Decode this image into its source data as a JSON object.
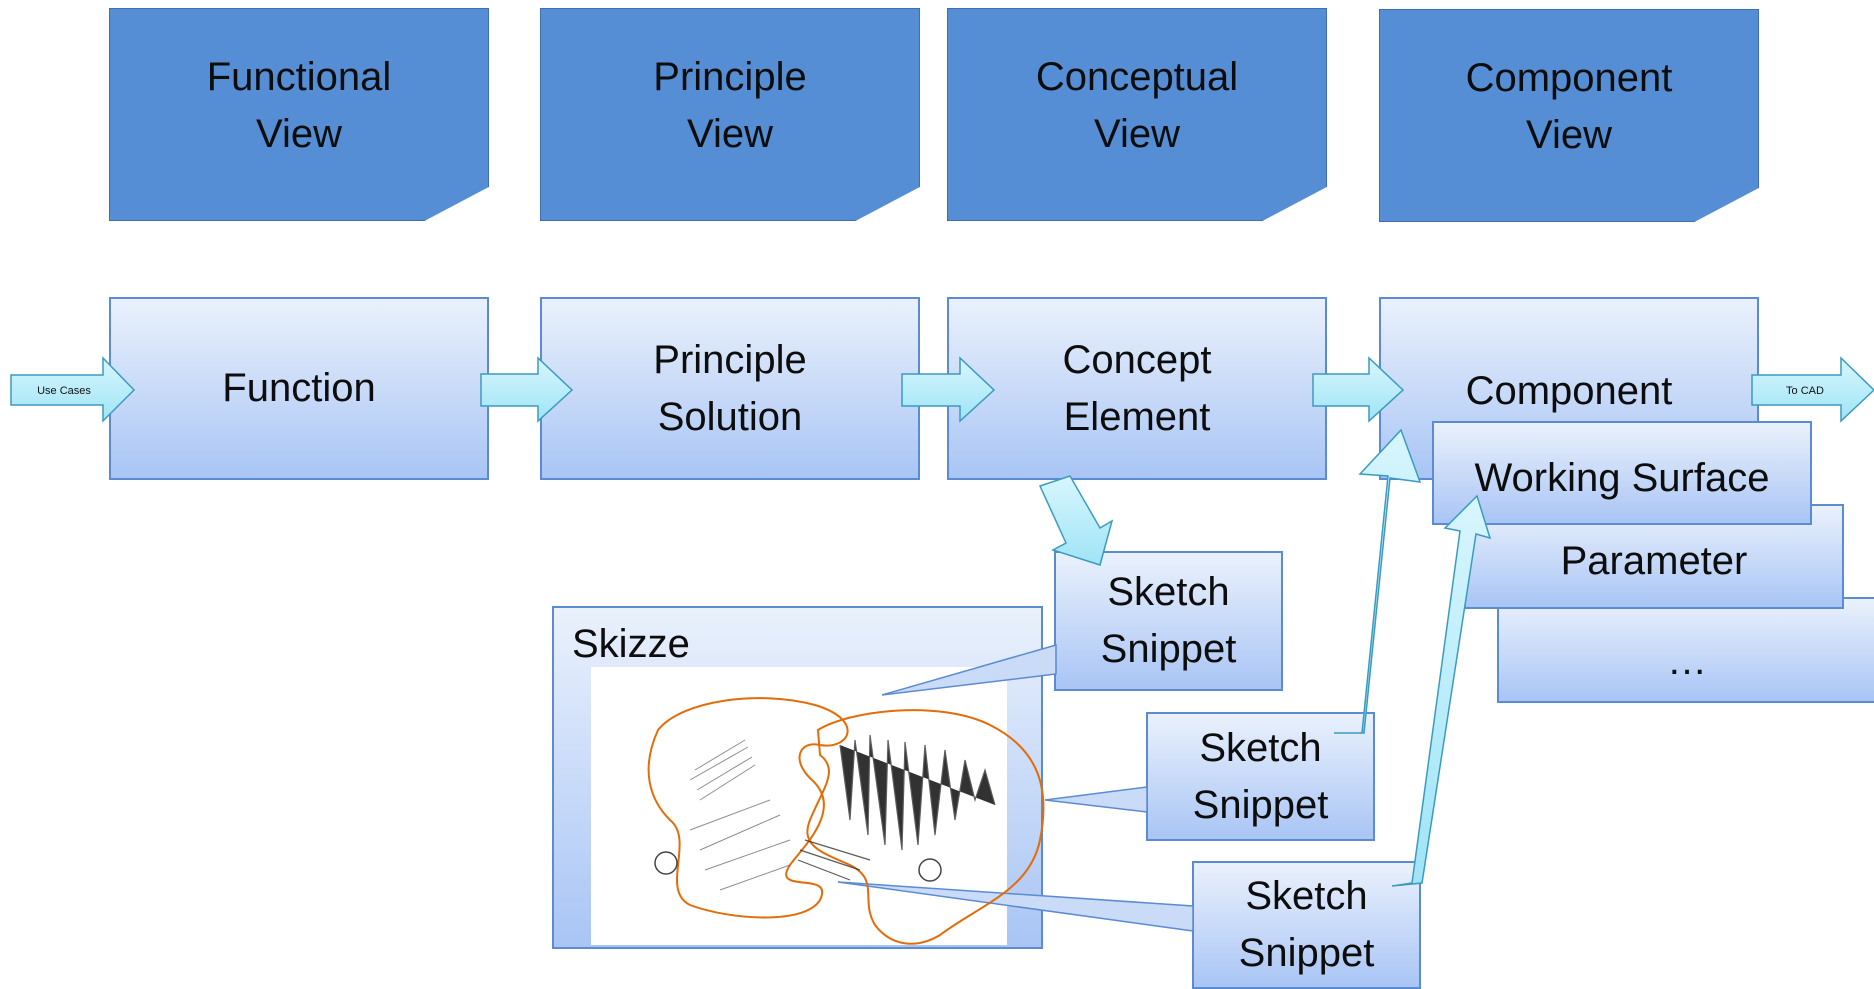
{
  "views": [
    {
      "line1": "Functional",
      "line2": "View"
    },
    {
      "line1": "Principle",
      "line2": "View"
    },
    {
      "line1": "Conceptual",
      "line2": "View"
    },
    {
      "line1": "Component",
      "line2": "View"
    }
  ],
  "boxes": [
    {
      "line1": "Function",
      "line2": ""
    },
    {
      "line1": "Principle",
      "line2": "Solution"
    },
    {
      "line1": "Concept",
      "line2": "Element"
    },
    {
      "line1": "Component",
      "line2": ""
    }
  ],
  "arrows": {
    "input_label": "Use Cases",
    "output_label": "To CAD"
  },
  "sub_boxes": {
    "working_surface": "Working Surface",
    "parameter": "Parameter",
    "more": "…"
  },
  "sketch": {
    "title": "Skizze"
  },
  "snippets": [
    {
      "line1": "Sketch",
      "line2": "Snippet"
    },
    {
      "line1": "Sketch",
      "line2": "Snippet"
    },
    {
      "line1": "Sketch",
      "line2": "Snippet"
    }
  ],
  "colors": {
    "view_fill": "#558ed5",
    "box_border": "#5b8bd2",
    "arrow_fill": "#bfeefa",
    "sketch_outline": "#e36c09"
  }
}
